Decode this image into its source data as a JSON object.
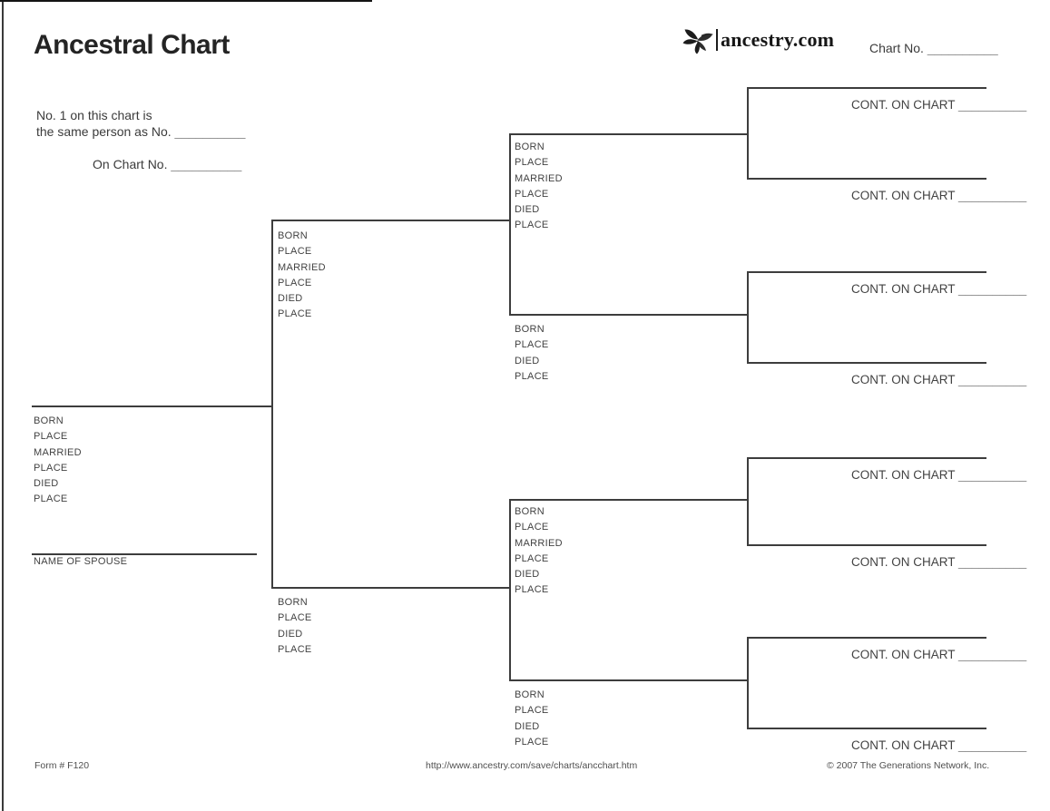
{
  "header": {
    "title": "Ancestral Chart",
    "logo_text": "ancestry.com",
    "chart_no_label": "Chart No.",
    "blank": "__________"
  },
  "notes": {
    "line1": "No. 1 on this chart is",
    "line2": "the same person as No.",
    "line3": "On Chart No."
  },
  "labels": {
    "cont": "CONT. ON CHART",
    "spouse": "NAME OF SPOUSE",
    "blank": "__________"
  },
  "fields": {
    "full": [
      "BORN",
      "PLACE",
      "MARRIED",
      "PLACE",
      "DIED",
      "PLACE"
    ],
    "short": [
      "BORN",
      "PLACE",
      "DIED",
      "PLACE"
    ]
  },
  "footer": {
    "form_number": "Form # F120",
    "url": "http://www.ancestry.com/save/charts/ancchart.htm",
    "copyright": "© 2007 The Generations Network, Inc."
  }
}
